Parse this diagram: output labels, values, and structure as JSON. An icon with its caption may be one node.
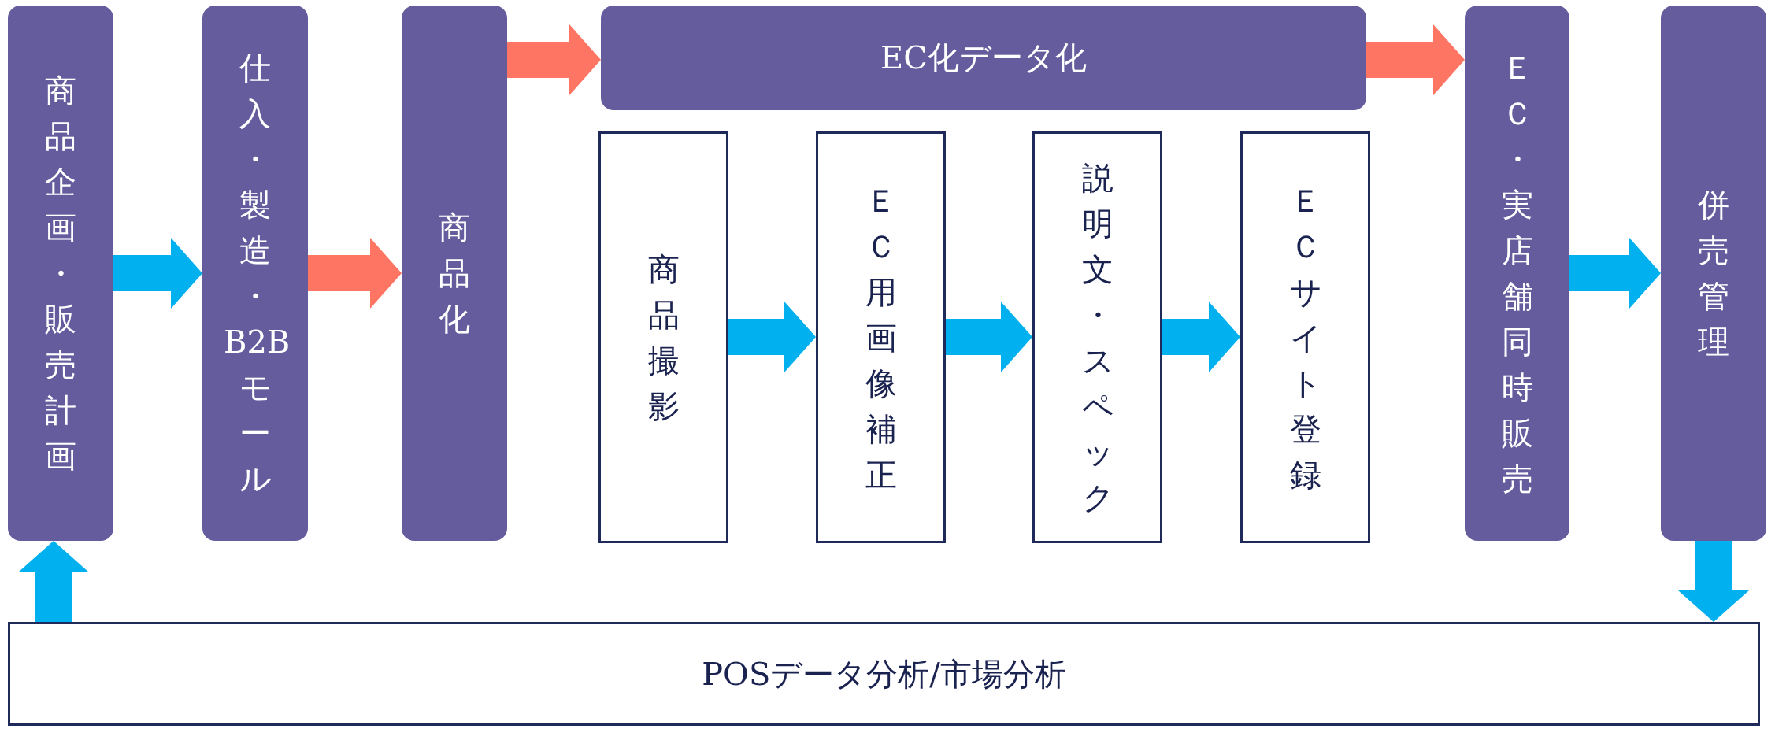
{
  "diagram": {
    "nodes": [
      {
        "text": [
          "商品企画・販売計画"
        ]
      },
      {
        "text": [
          "仕入・製造・B2Bモール"
        ]
      },
      {
        "text": [
          "商品化"
        ]
      },
      {
        "text": [
          "EC化データ化"
        ]
      },
      {
        "text": [
          "商品撮影"
        ]
      },
      {
        "text": [
          "ＥＣ用画像補正"
        ]
      },
      {
        "text": [
          "説明文・スペック"
        ]
      },
      {
        "text": [
          "ＥＣサイト登録"
        ]
      },
      {
        "text": [
          "ＥＣ・実店舗同時販売"
        ]
      },
      {
        "text": [
          "併売管理"
        ]
      },
      {
        "text": [
          "POSデータ分析/市場分析"
        ]
      }
    ],
    "edges": [
      {
        "from": 0,
        "to": 1,
        "arrow": "to",
        "style": "thick"
      },
      {
        "from": 1,
        "to": 2,
        "arrow": "to",
        "style": "thick",
        "color": "#ff7563"
      },
      {
        "from": 2,
        "to": 3,
        "arrow": "to",
        "style": "thick",
        "color": "#ff7563"
      },
      {
        "from": 4,
        "to": 5,
        "arrow": "to",
        "style": "thick"
      },
      {
        "from": 5,
        "to": 6,
        "arrow": "to",
        "style": "thick"
      },
      {
        "from": 6,
        "to": 7,
        "arrow": "to",
        "style": "thick"
      },
      {
        "from": 3,
        "to": 8,
        "arrow": "to",
        "style": "thick",
        "color": "#ff7563"
      },
      {
        "from": 8,
        "to": 9,
        "arrow": "to",
        "style": "thick"
      },
      {
        "from": 9,
        "to": 10,
        "arrow": "to",
        "style": "thick"
      },
      {
        "from": 10,
        "to": 0,
        "arrow": "to",
        "style": "thick"
      }
    ]
  }
}
